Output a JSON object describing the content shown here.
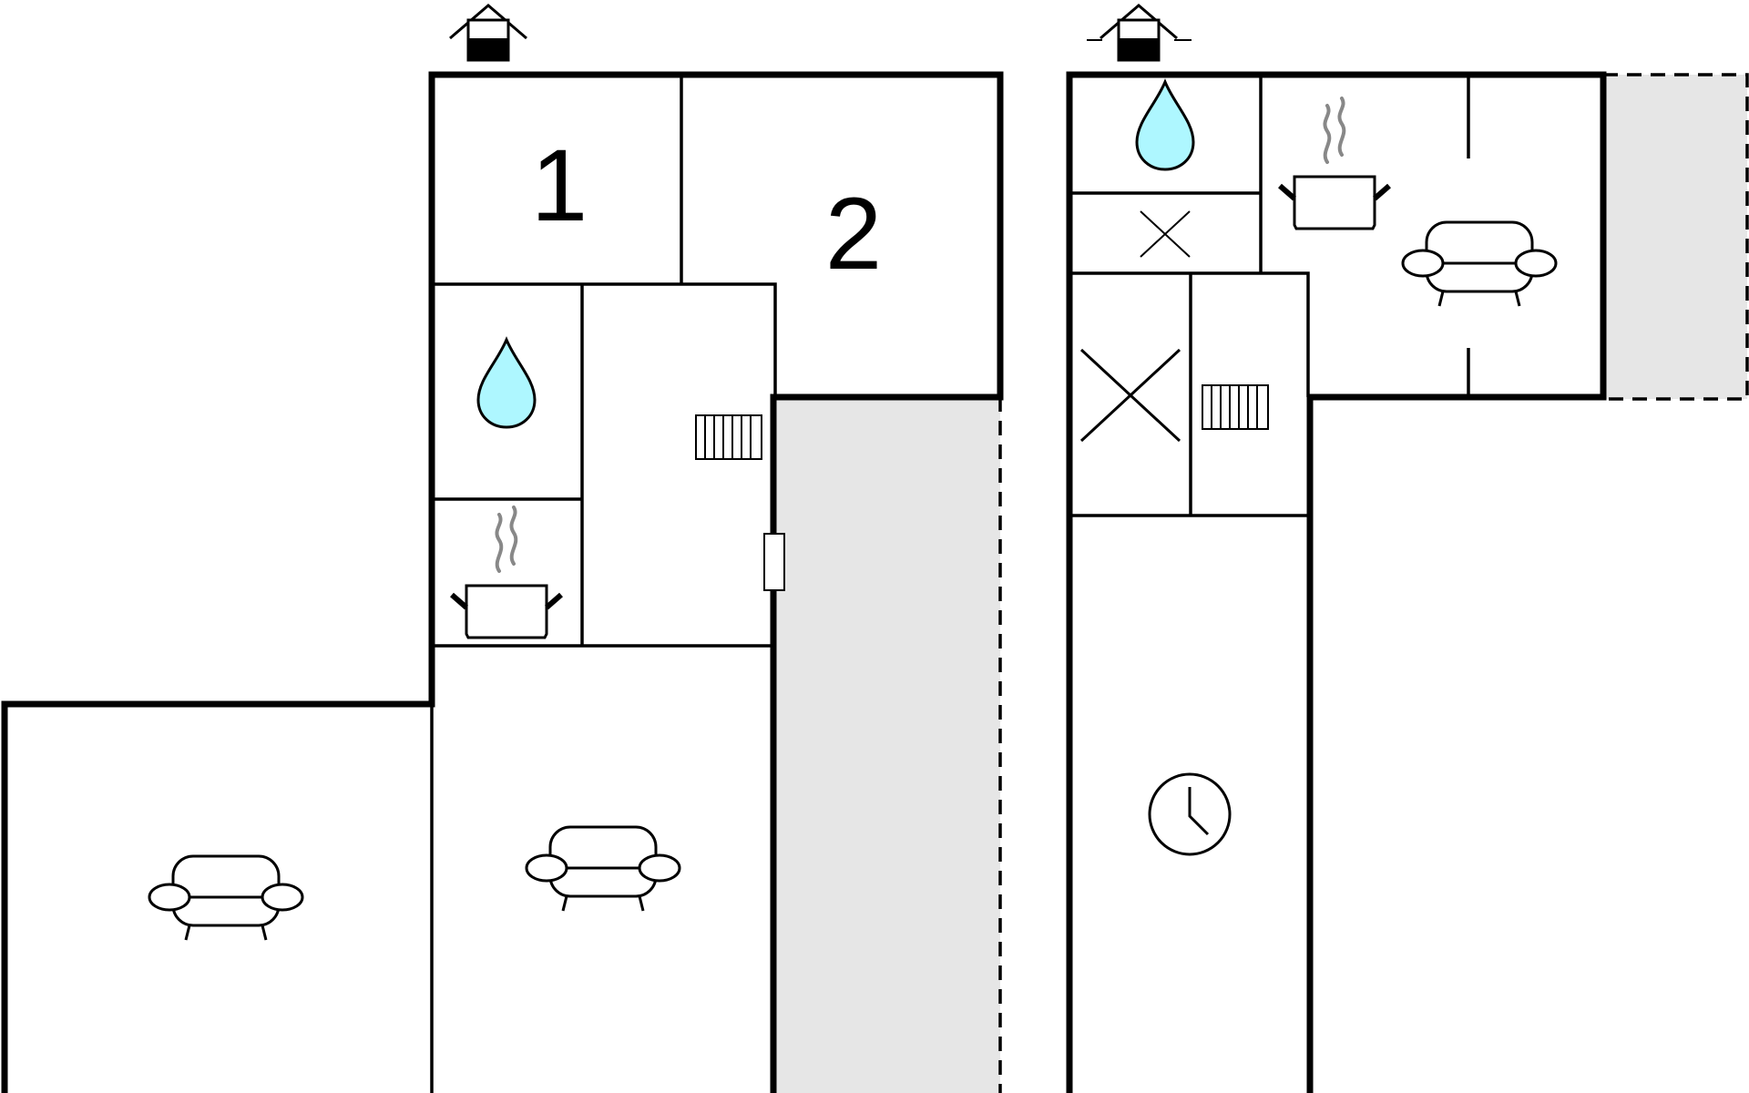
{
  "left_floor": {
    "room_labels": [
      "1",
      "2"
    ],
    "icons": [
      "entrance-icon",
      "bedroom-label",
      "water-drop-icon",
      "heater-icon",
      "cooking-pot-icon",
      "door-icon",
      "sofa-icon",
      "sofa-icon"
    ],
    "terrace_color": "#e6e6e6"
  },
  "right_floor": {
    "icons": [
      "entrance-icon",
      "water-drop-icon",
      "cooking-pot-icon",
      "sofa-icon",
      "shower-cross-icon",
      "toilet-cross-icon",
      "heater-icon",
      "clock-icon"
    ],
    "terrace_color": "#e6e6e6"
  },
  "colors": {
    "water": "#aef7ff",
    "steam": "#888888",
    "wall": "#000000",
    "background": "#ffffff"
  }
}
